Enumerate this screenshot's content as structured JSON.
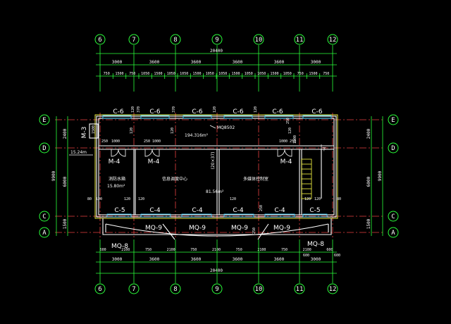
{
  "grid": {
    "columns": [
      "6",
      "7",
      "8",
      "9",
      "10",
      "11",
      "12"
    ],
    "rows": [
      "E",
      "D",
      "C",
      "A"
    ]
  },
  "dims_top": {
    "spans": [
      "3000",
      "3600",
      "3600",
      "3600",
      "3600",
      "3000"
    ],
    "total": "20400",
    "subs": [
      "750",
      "1500",
      "750",
      "1050",
      "1500",
      "1050",
      "1050",
      "1500",
      "1050",
      "1050",
      "1500",
      "1050",
      "1050",
      "1500",
      "1050",
      "750",
      "1500",
      "750"
    ]
  },
  "dims_bottom": {
    "subs": [
      "600",
      "2100",
      "750",
      "2100",
      "750",
      "2100",
      "750",
      "2100",
      "750",
      "2100",
      "600"
    ],
    "spans": [
      "3000",
      "3600",
      "3600",
      "3600",
      "3600",
      "3000"
    ],
    "total": "20400",
    "small": [
      "600",
      "600"
    ]
  },
  "dims_left": {
    "segs": [
      "2400",
      "6000",
      "1500"
    ],
    "total": "9900"
  },
  "dims_right": {
    "segs": [
      "2400",
      "6000",
      "1500"
    ],
    "total": "9900"
  },
  "windows_top": [
    "C-6",
    "C-6",
    "C-6",
    "C-6",
    "C-6",
    "C-6"
  ],
  "windows_bottom": [
    "C-5",
    "C-4",
    "C-4",
    "C-4",
    "C-4",
    "C-5"
  ],
  "curtain_walls": [
    "MQ-9",
    "MQ-9",
    "MQ-9",
    "MQ-9"
  ],
  "curtain_walls_bottom": [
    "MQ-8",
    "MQ-8"
  ],
  "doors": [
    "M-4",
    "M-4",
    "M-4"
  ],
  "side_door": "M-3",
  "door_dims": [
    "250",
    "1000",
    "250",
    "1000",
    "1000",
    "250"
  ],
  "small_dims": {
    "a": "120",
    "b": "370",
    "c": "370",
    "d": "120",
    "e": "120",
    "f": "250",
    "g": "120",
    "h": "120",
    "i": "120",
    "j": "80",
    "k": "120",
    "l": "120",
    "m": "120",
    "n": "120",
    "o": "250",
    "p": "250",
    "q": "120",
    "r": "120",
    "s": "80",
    "t": "1500",
    "u": "1500",
    "v": "250",
    "w": "250"
  },
  "rooms": {
    "corridor_area": "194.316m²",
    "corridor_tag": "MQ8502",
    "left_room": "消防水箱",
    "left_area": "15.80m²",
    "center_room": "信息调度中心",
    "center_area": "81.56m²",
    "right_room": "多媒体控制室",
    "beam_tag": "(20×37)",
    "level": "15.24m",
    "stair_tag": "下"
  }
}
